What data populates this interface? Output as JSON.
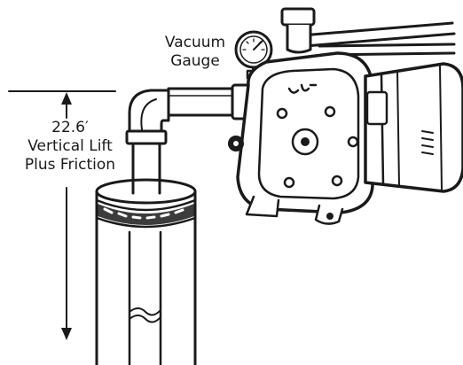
{
  "labels": {
    "gauge_line1": "Vacuum",
    "gauge_line2": "Gauge",
    "lift_line1": "22.6′",
    "lift_line2": "Vertical Lift",
    "lift_line3": "Plus Friction"
  },
  "colors": {
    "ink": "#1a1a1a",
    "paper": "#ffffff"
  },
  "icons": {
    "measure_arrow": "double-headed-arrow",
    "gauge": "vacuum-gauge-icon",
    "pump": "jet-pump-illustration"
  }
}
